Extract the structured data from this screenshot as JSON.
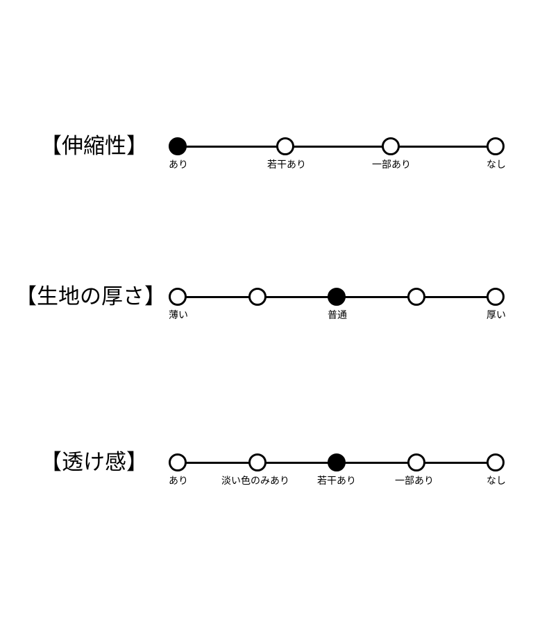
{
  "rows": [
    {
      "title": "【伸縮性】",
      "options": [
        "あり",
        "若干あり",
        "一部あり",
        "なし"
      ],
      "selected_index": 0
    },
    {
      "title": "【生地の厚さ】",
      "options": [
        "薄い",
        "",
        "普通",
        "",
        "厚い"
      ],
      "selected_index": 2
    },
    {
      "title": "【透け感】",
      "options": [
        "あり",
        "淡い色のみあり",
        "若干あり",
        "一部あり",
        "なし"
      ],
      "selected_index": 2
    }
  ]
}
